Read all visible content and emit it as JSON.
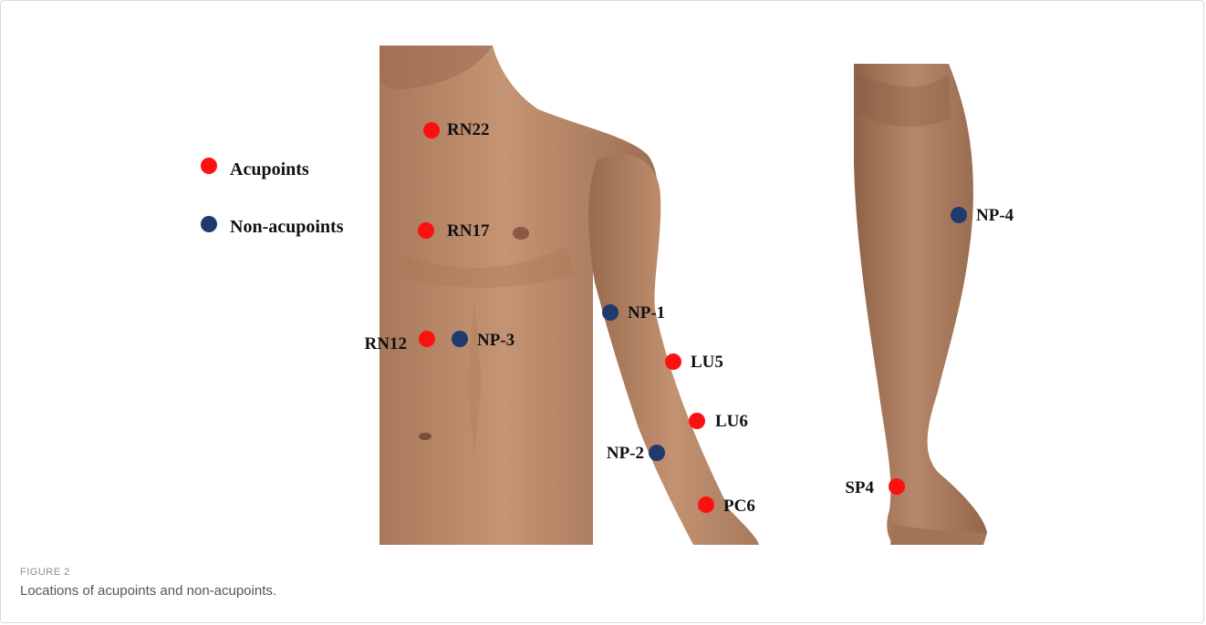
{
  "legend": {
    "acupoints_label": "Acupoints",
    "non_acupoints_label": "Non-acupoints",
    "acupoint_color": "#ff1010",
    "non_acupoint_color": "#1f3a6b"
  },
  "points": {
    "rn22": {
      "label": "RN22",
      "kind": "acupoint"
    },
    "rn17": {
      "label": "RN17",
      "kind": "acupoint"
    },
    "rn12": {
      "label": "RN12",
      "kind": "acupoint"
    },
    "np3": {
      "label": "NP-3",
      "kind": "non-acupoint"
    },
    "np1": {
      "label": "NP-1",
      "kind": "non-acupoint"
    },
    "lu5": {
      "label": "LU5",
      "kind": "acupoint"
    },
    "lu6": {
      "label": "LU6",
      "kind": "acupoint"
    },
    "np2": {
      "label": "NP-2",
      "kind": "non-acupoint"
    },
    "pc6": {
      "label": "PC6",
      "kind": "acupoint"
    },
    "np4": {
      "label": "NP-4",
      "kind": "non-acupoint"
    },
    "sp4": {
      "label": "SP4",
      "kind": "acupoint"
    }
  },
  "caption": {
    "label": "FIGURE 2",
    "text": "Locations of acupoints and non-acupoints."
  },
  "skin_color": "#b98a68"
}
